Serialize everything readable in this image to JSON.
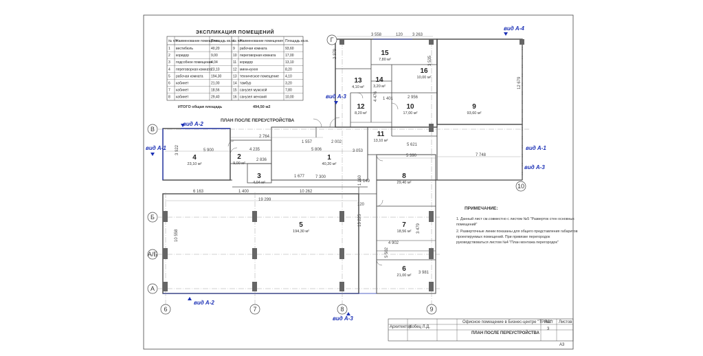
{
  "explication": {
    "title": "ЭКСПЛИКАЦИЯ ПОМЕЩЕНИЙ",
    "headers": [
      "№ п/п",
      "Наименование помещения",
      "Площадь кв.м.",
      "№ п/п",
      "Наименование помещения",
      "Площадь кв.м."
    ],
    "rows": [
      [
        "1",
        "вестибюль",
        "40,20",
        "9",
        "рабочая комната",
        "93,60"
      ],
      [
        "2",
        "коридор",
        "9,00",
        "10",
        "переговорная комната",
        "17,00"
      ],
      [
        "3",
        "подсобное помещение",
        "4,04",
        "11",
        "коридор",
        "13,10"
      ],
      [
        "4",
        "переговорная комната",
        "23,10",
        "12",
        "мини-кухня",
        "8,20"
      ],
      [
        "5",
        "рабочая комната",
        "194,30",
        "13",
        "техническое помещение",
        "4,10"
      ],
      [
        "6",
        "кабинет",
        "21,00",
        "14",
        "тамбур",
        "3,20"
      ],
      [
        "7",
        "кабинет",
        "18,56",
        "15",
        "санузел мужской",
        "7,80"
      ],
      [
        "8",
        "кабинет",
        "29,40",
        "16",
        "санузел женский",
        "10,00"
      ]
    ],
    "total_label": "ИТОГО общая площадь",
    "total_value": "494,50 м2"
  },
  "plan_title": "ПЛАН ПОСЛЕ ПЕРЕУСТРОЙСТВА",
  "rooms": [
    {
      "num": "1",
      "area": "40,20 м²"
    },
    {
      "num": "2",
      "area": "9,00 м²"
    },
    {
      "num": "3",
      "area": "4,04 м²"
    },
    {
      "num": "4",
      "area": "23,10 м²"
    },
    {
      "num": "5",
      "area": "194,30 м²"
    },
    {
      "num": "6",
      "area": "21,00 м²"
    },
    {
      "num": "7",
      "area": "18,56 м²"
    },
    {
      "num": "8",
      "area": "29,40 м²"
    },
    {
      "num": "9",
      "area": "93,60 м²"
    },
    {
      "num": "10",
      "area": "17,00 м²"
    },
    {
      "num": "11",
      "area": "13,10 м²"
    },
    {
      "num": "12",
      "area": "8,20 м²"
    },
    {
      "num": "13",
      "area": "4,10 м²"
    },
    {
      "num": "14",
      "area": "3,20 м²"
    },
    {
      "num": "15",
      "area": "7,80 м²"
    },
    {
      "num": "16",
      "area": "10,00 м²"
    }
  ],
  "axes": {
    "rows": [
      "Г",
      "В",
      "Б",
      "А/Б",
      "А"
    ],
    "cols": [
      "6",
      "7",
      "8",
      "9",
      "10"
    ]
  },
  "views": {
    "a1": "вид А-1",
    "a2": "вид А-2",
    "a3": "вид А-3",
    "a4": "вид А-4"
  },
  "dims": [
    "3 558",
    "120",
    "3 263",
    "2 379",
    "3 535",
    "12 679",
    "2 956",
    "5 621",
    "7 748",
    "4 476",
    "1 557",
    "2 002",
    "2 764",
    "5 900",
    "4 235",
    "5 806",
    "3 053",
    "2 836",
    "1 677",
    "7 300",
    "6 163",
    "1 400",
    "10 262",
    "19 299",
    "1 149",
    "3 922",
    "10 558",
    "13 225",
    "5 390",
    "4 902",
    "5 502",
    "3 479",
    "3 981",
    "1 401",
    "1 160",
    "120"
  ],
  "notes": {
    "title": "ПРИМЕЧАНИЕ:",
    "lines": [
      "1. Данный лист см.совместно с листом №5 \"Разверток стен основных",
      "помещений\"",
      "2. Разверточные линии показаны для общего представления габаритов",
      "проектируемых помещений. При привязке перегородок",
      "руководствоваться листом №4 \"План монтажа перегородок\""
    ]
  },
  "stamp": {
    "role": "Архитектор",
    "name": "Кобец Л.Д.",
    "project": "Офисное помещение в Бизнес-центре \"ТРИО\"",
    "sheet_label": "Лист",
    "sheets_label": "Листов",
    "sheet_num": "3",
    "title": "ПЛАН ПОСЛЕ ПЕРЕУСТРОЙСТВА",
    "format": "А3"
  },
  "colors": {
    "line": "#2b2b2b",
    "blue": "#1a2fb5",
    "wall": "#555555"
  }
}
